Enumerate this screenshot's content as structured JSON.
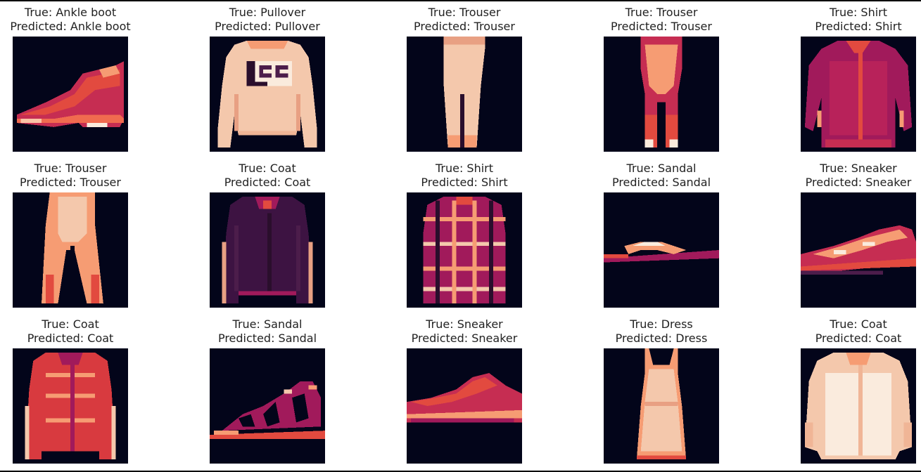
{
  "colormap": [
    "#03051a",
    "#4c1d4b",
    "#a11a5b",
    "#e83f3f",
    "#f69c73",
    "#faebdd"
  ],
  "grid": {
    "rows": 3,
    "cols": 5,
    "items": [
      {
        "true_text": "True: Ankle boot",
        "pred_text": "Predicted: Ankle boot",
        "icon": "ankle-boot"
      },
      {
        "true_text": "True: Pullover",
        "pred_text": "Predicted: Pullover",
        "icon": "pullover"
      },
      {
        "true_text": "True: Trouser",
        "pred_text": "Predicted: Trouser",
        "icon": "trouser"
      },
      {
        "true_text": "True: Trouser",
        "pred_text": "Predicted: Trouser",
        "icon": "trouser-thin"
      },
      {
        "true_text": "True: Shirt",
        "pred_text": "Predicted: Shirt",
        "icon": "shirt"
      },
      {
        "true_text": "True: Trouser",
        "pred_text": "Predicted: Trouser",
        "icon": "trouser-wide"
      },
      {
        "true_text": "True: Coat",
        "pred_text": "Predicted: Coat",
        "icon": "coat-dark"
      },
      {
        "true_text": "True: Shirt",
        "pred_text": "Predicted: Shirt",
        "icon": "shirt-plaid"
      },
      {
        "true_text": "True: Sandal",
        "pred_text": "Predicted: Sandal",
        "icon": "sandal-flat"
      },
      {
        "true_text": "True: Sneaker",
        "pred_text": "Predicted: Sneaker",
        "icon": "sneaker"
      },
      {
        "true_text": "True: Coat",
        "pred_text": "Predicted: Coat",
        "icon": "coat"
      },
      {
        "true_text": "True: Sandal",
        "pred_text": "Predicted: Sandal",
        "icon": "sandal-strappy"
      },
      {
        "true_text": "True: Sneaker",
        "pred_text": "Predicted: Sneaker",
        "icon": "sneaker-low"
      },
      {
        "true_text": "True: Dress",
        "pred_text": "Predicted: Dress",
        "icon": "dress"
      },
      {
        "true_text": "True: Coat",
        "pred_text": "Predicted: Coat",
        "icon": "coat-light"
      }
    ]
  }
}
